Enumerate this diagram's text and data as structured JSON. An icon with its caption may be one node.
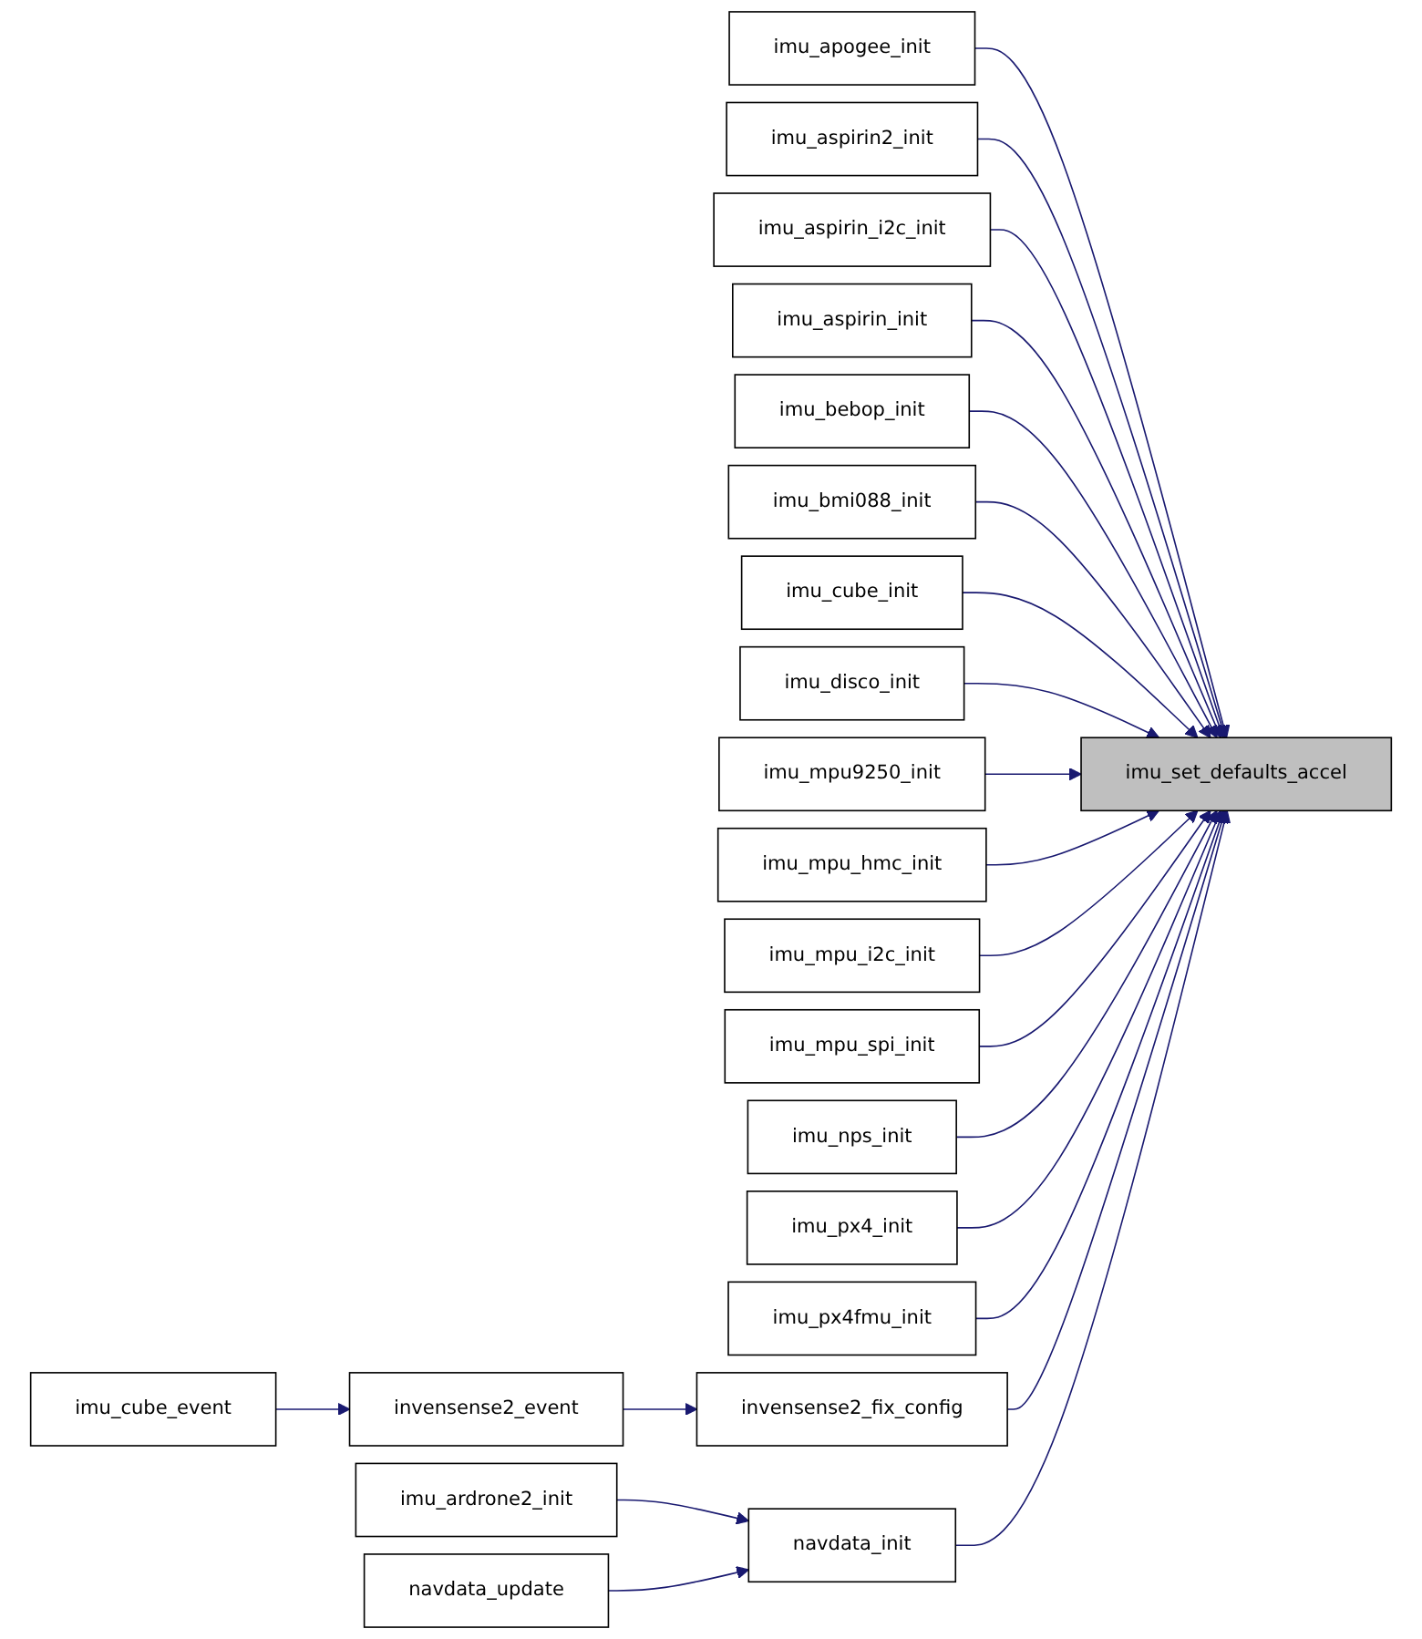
{
  "diagram": {
    "nodes": [
      {
        "text": [
          "imu_set_defaults_accel"
        ]
      },
      {
        "text": [
          "imu_apogee_init"
        ]
      },
      {
        "text": [
          "imu_aspirin2_init"
        ]
      },
      {
        "text": [
          "imu_aspirin_i2c_init"
        ]
      },
      {
        "text": [
          "imu_aspirin_init"
        ]
      },
      {
        "text": [
          "imu_bebop_init"
        ]
      },
      {
        "text": [
          "imu_bmi088_init"
        ]
      },
      {
        "text": [
          "imu_cube_init"
        ]
      },
      {
        "text": [
          "imu_disco_init"
        ]
      },
      {
        "text": [
          "imu_mpu9250_init"
        ]
      },
      {
        "text": [
          "imu_mpu_hmc_init"
        ]
      },
      {
        "text": [
          "imu_mpu_i2c_init"
        ]
      },
      {
        "text": [
          "imu_mpu_spi_init"
        ]
      },
      {
        "text": [
          "imu_nps_init"
        ]
      },
      {
        "text": [
          "imu_px4_init"
        ]
      },
      {
        "text": [
          "imu_px4fmu_init"
        ]
      },
      {
        "text": [
          "invensense2_fix_config"
        ]
      },
      {
        "text": [
          "navdata_init"
        ]
      },
      {
        "text": [
          "invensense2_event"
        ]
      },
      {
        "text": [
          "imu_cube_event"
        ]
      },
      {
        "text": [
          "imu_ardrone2_init"
        ]
      },
      {
        "text": [
          "navdata_update"
        ]
      }
    ],
    "edges": [
      {
        "from": 1,
        "to": 0,
        "arrow": "to"
      },
      {
        "from": 2,
        "to": 0,
        "arrow": "to"
      },
      {
        "from": 3,
        "to": 0,
        "arrow": "to"
      },
      {
        "from": 4,
        "to": 0,
        "arrow": "to"
      },
      {
        "from": 5,
        "to": 0,
        "arrow": "to"
      },
      {
        "from": 6,
        "to": 0,
        "arrow": "to"
      },
      {
        "from": 7,
        "to": 0,
        "arrow": "to"
      },
      {
        "from": 8,
        "to": 0,
        "arrow": "to"
      },
      {
        "from": 9,
        "to": 0,
        "arrow": "to"
      },
      {
        "from": 10,
        "to": 0,
        "arrow": "to"
      },
      {
        "from": 11,
        "to": 0,
        "arrow": "to"
      },
      {
        "from": 12,
        "to": 0,
        "arrow": "to"
      },
      {
        "from": 13,
        "to": 0,
        "arrow": "to"
      },
      {
        "from": 14,
        "to": 0,
        "arrow": "to"
      },
      {
        "from": 15,
        "to": 0,
        "arrow": "to"
      },
      {
        "from": 16,
        "to": 0,
        "arrow": "to"
      },
      {
        "from": 17,
        "to": 0,
        "arrow": "to"
      },
      {
        "from": 18,
        "to": 16,
        "arrow": "to"
      },
      {
        "from": 19,
        "to": 18,
        "arrow": "to"
      },
      {
        "from": 20,
        "to": 17,
        "arrow": "to"
      },
      {
        "from": 21,
        "to": 17,
        "arrow": "to"
      }
    ]
  }
}
